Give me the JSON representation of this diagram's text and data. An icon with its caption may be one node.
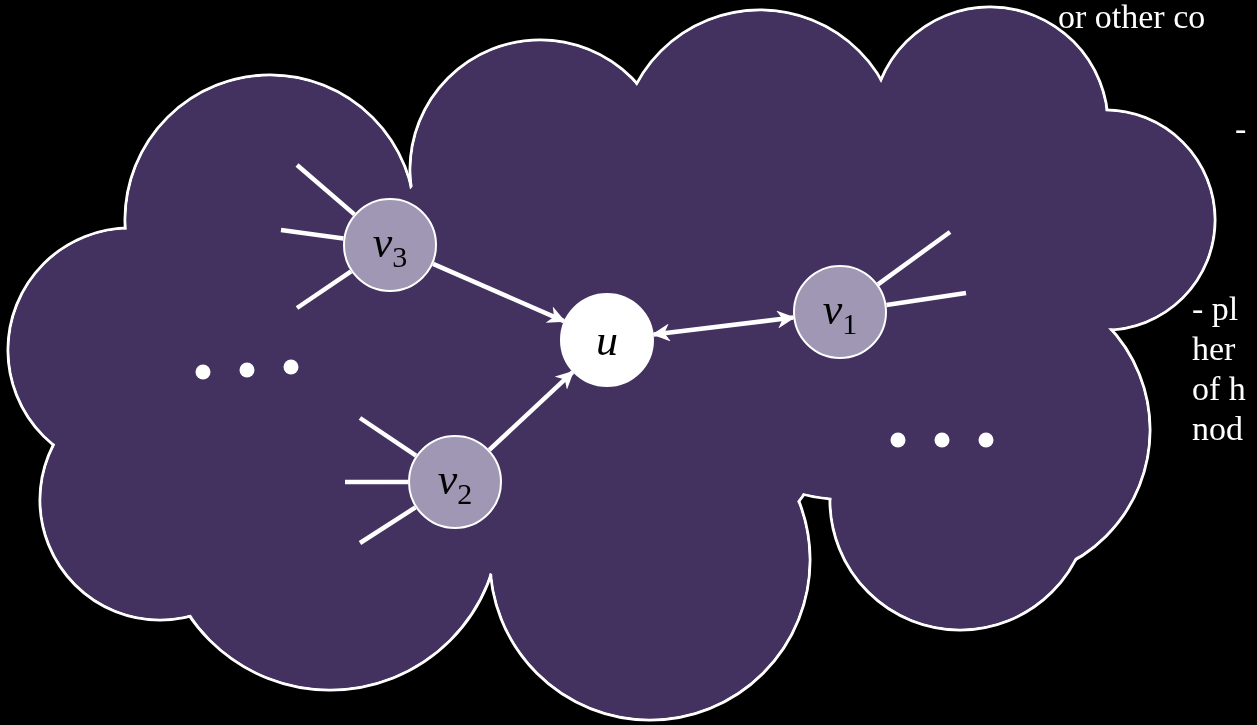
{
  "diagram": {
    "nodes": [
      {
        "text": [],
        "shape": "cloud"
      },
      {
        "text": [
          "v$_{3}$"
        ],
        "in": 0
      },
      {
        "text": [
          "u"
        ],
        "in": 0
      },
      {
        "text": [
          "v$_{1}$"
        ],
        "in": 0
      },
      {
        "text": [
          "v$_{2}$"
        ],
        "in": 0
      }
    ],
    "edges": [
      {
        "from": 1,
        "to": 2,
        "arrow": "to"
      },
      {
        "from": 4,
        "to": 2,
        "arrow": "to"
      },
      {
        "from": 2,
        "to": 3,
        "arrow": "both"
      },
      {
        "from": 1,
        "to": null,
        "arrow": "none"
      },
      {
        "from": 1,
        "to": null,
        "arrow": "none"
      },
      {
        "from": 1,
        "to": null,
        "arrow": "none"
      },
      {
        "from": 4,
        "to": null,
        "arrow": "none"
      },
      {
        "from": 4,
        "to": null,
        "arrow": "none"
      },
      {
        "from": 4,
        "to": null,
        "arrow": "none"
      },
      {
        "from": 3,
        "to": null,
        "arrow": "none"
      },
      {
        "from": 3,
        "to": null,
        "arrow": "none"
      }
    ],
    "labels": [
      "or other co",
      "-",
      "- pl",
      "her",
      "of h",
      "nod"
    ]
  }
}
